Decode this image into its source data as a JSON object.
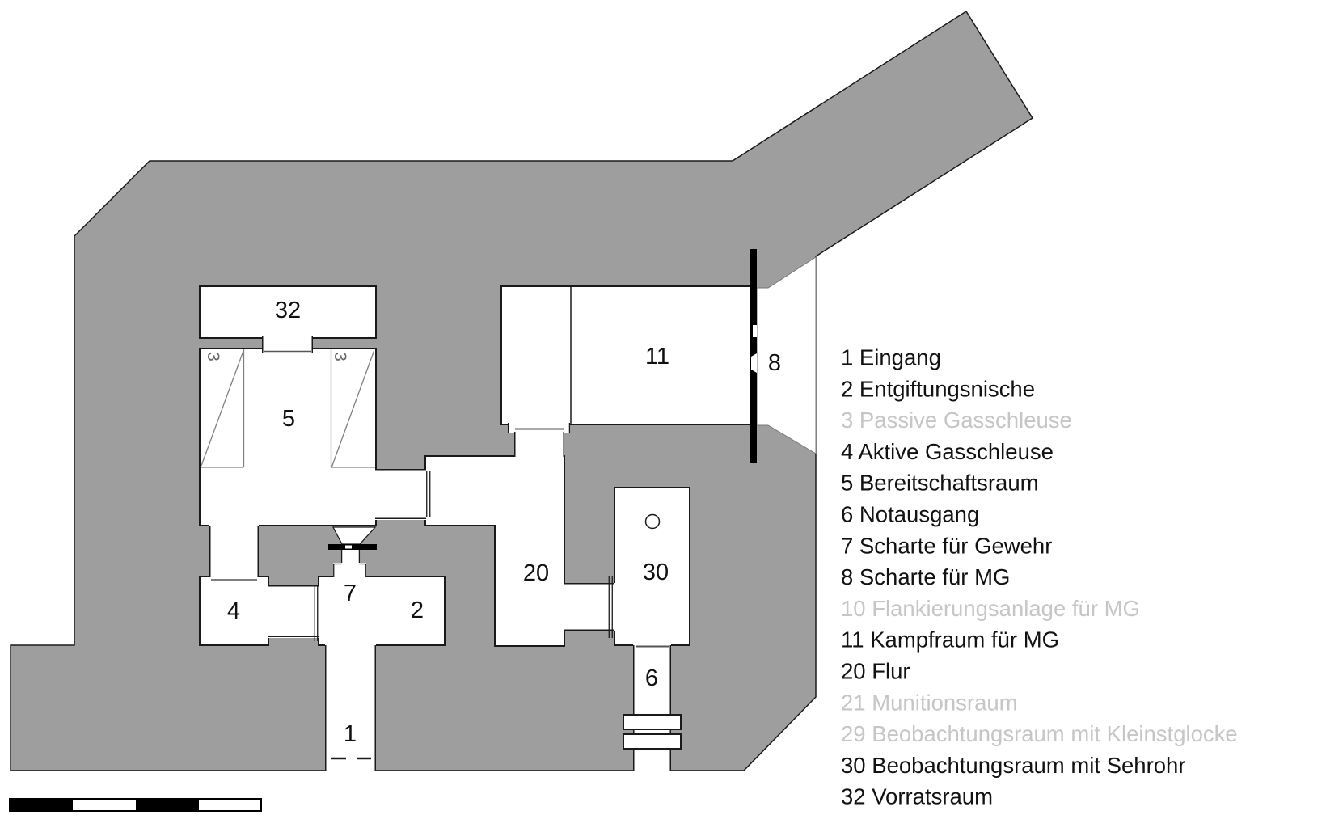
{
  "plan": {
    "labels": {
      "r1": "1",
      "r2": "2",
      "r3a": "3",
      "r3b": "3",
      "r4": "4",
      "r5": "5",
      "r6": "6",
      "r7": "7",
      "r8": "8",
      "r11": "11",
      "r20": "20",
      "r30": "30",
      "r32": "32"
    },
    "colors": {
      "concrete_mass": "#9e9e9e",
      "outline": "#1a1a1a",
      "room_fill": "#ffffff",
      "muted_text": "#c6c6c6",
      "detail_line": "#555555",
      "embrasure_bar": "#000000"
    }
  },
  "legend": {
    "items": [
      {
        "text": "1 Eingang",
        "muted": false
      },
      {
        "text": "2 Entgiftungsnische",
        "muted": false
      },
      {
        "text": "3 Passive Gasschleuse",
        "muted": true
      },
      {
        "text": "4 Aktive Gasschleuse",
        "muted": false
      },
      {
        "text": "5 Bereitschaftsraum",
        "muted": false
      },
      {
        "text": "6 Notausgang",
        "muted": false
      },
      {
        "text": "7 Scharte für Gewehr",
        "muted": false
      },
      {
        "text": "8 Scharte für MG",
        "muted": false
      },
      {
        "text": "10 Flankierungsanlage für MG",
        "muted": true
      },
      {
        "text": "11 Kampfraum für MG",
        "muted": false
      },
      {
        "text": "20 Flur",
        "muted": false
      },
      {
        "text": "21 Munitionsraum",
        "muted": true
      },
      {
        "text": "29 Beobachtungsraum mit Kleinstglocke",
        "muted": true
      },
      {
        "text": "30 Beobachtungsraum mit Sehrohr",
        "muted": false
      },
      {
        "text": "32 Vorratsraum",
        "muted": false
      }
    ]
  }
}
